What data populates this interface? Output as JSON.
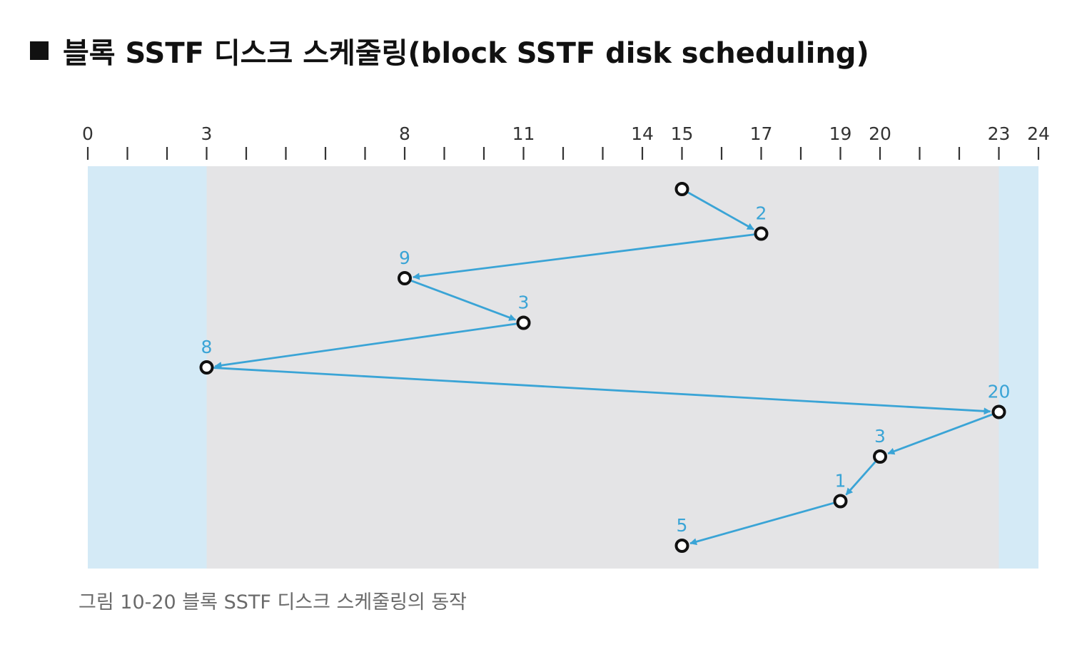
{
  "title": "블록 SSTF 디스크 스케줄링(block SSTF disk scheduling)",
  "caption": "그림 10-20 블록 SSTF 디스크 스케줄링의 동작",
  "colors": {
    "outer_band": "#d4eaf6",
    "inner_band": "#e4e4e6",
    "arrow": "#3aa4d6",
    "node": "#111111",
    "axis": "#333333"
  },
  "chart_data": {
    "type": "scatter",
    "axis": {
      "min": 0,
      "max": 24,
      "labeled_ticks": [
        0,
        3,
        8,
        11,
        14,
        15,
        17,
        19,
        20,
        23,
        24
      ]
    },
    "block_range": [
      3,
      23
    ],
    "sequence": [
      {
        "position": 15,
        "label": ""
      },
      {
        "position": 17,
        "label": "2"
      },
      {
        "position": 8,
        "label": "9"
      },
      {
        "position": 11,
        "label": "3"
      },
      {
        "position": 3,
        "label": "8"
      },
      {
        "position": 23,
        "label": "20"
      },
      {
        "position": 20,
        "label": "3"
      },
      {
        "position": 19,
        "label": "1"
      },
      {
        "position": 15,
        "label": "5"
      }
    ]
  }
}
